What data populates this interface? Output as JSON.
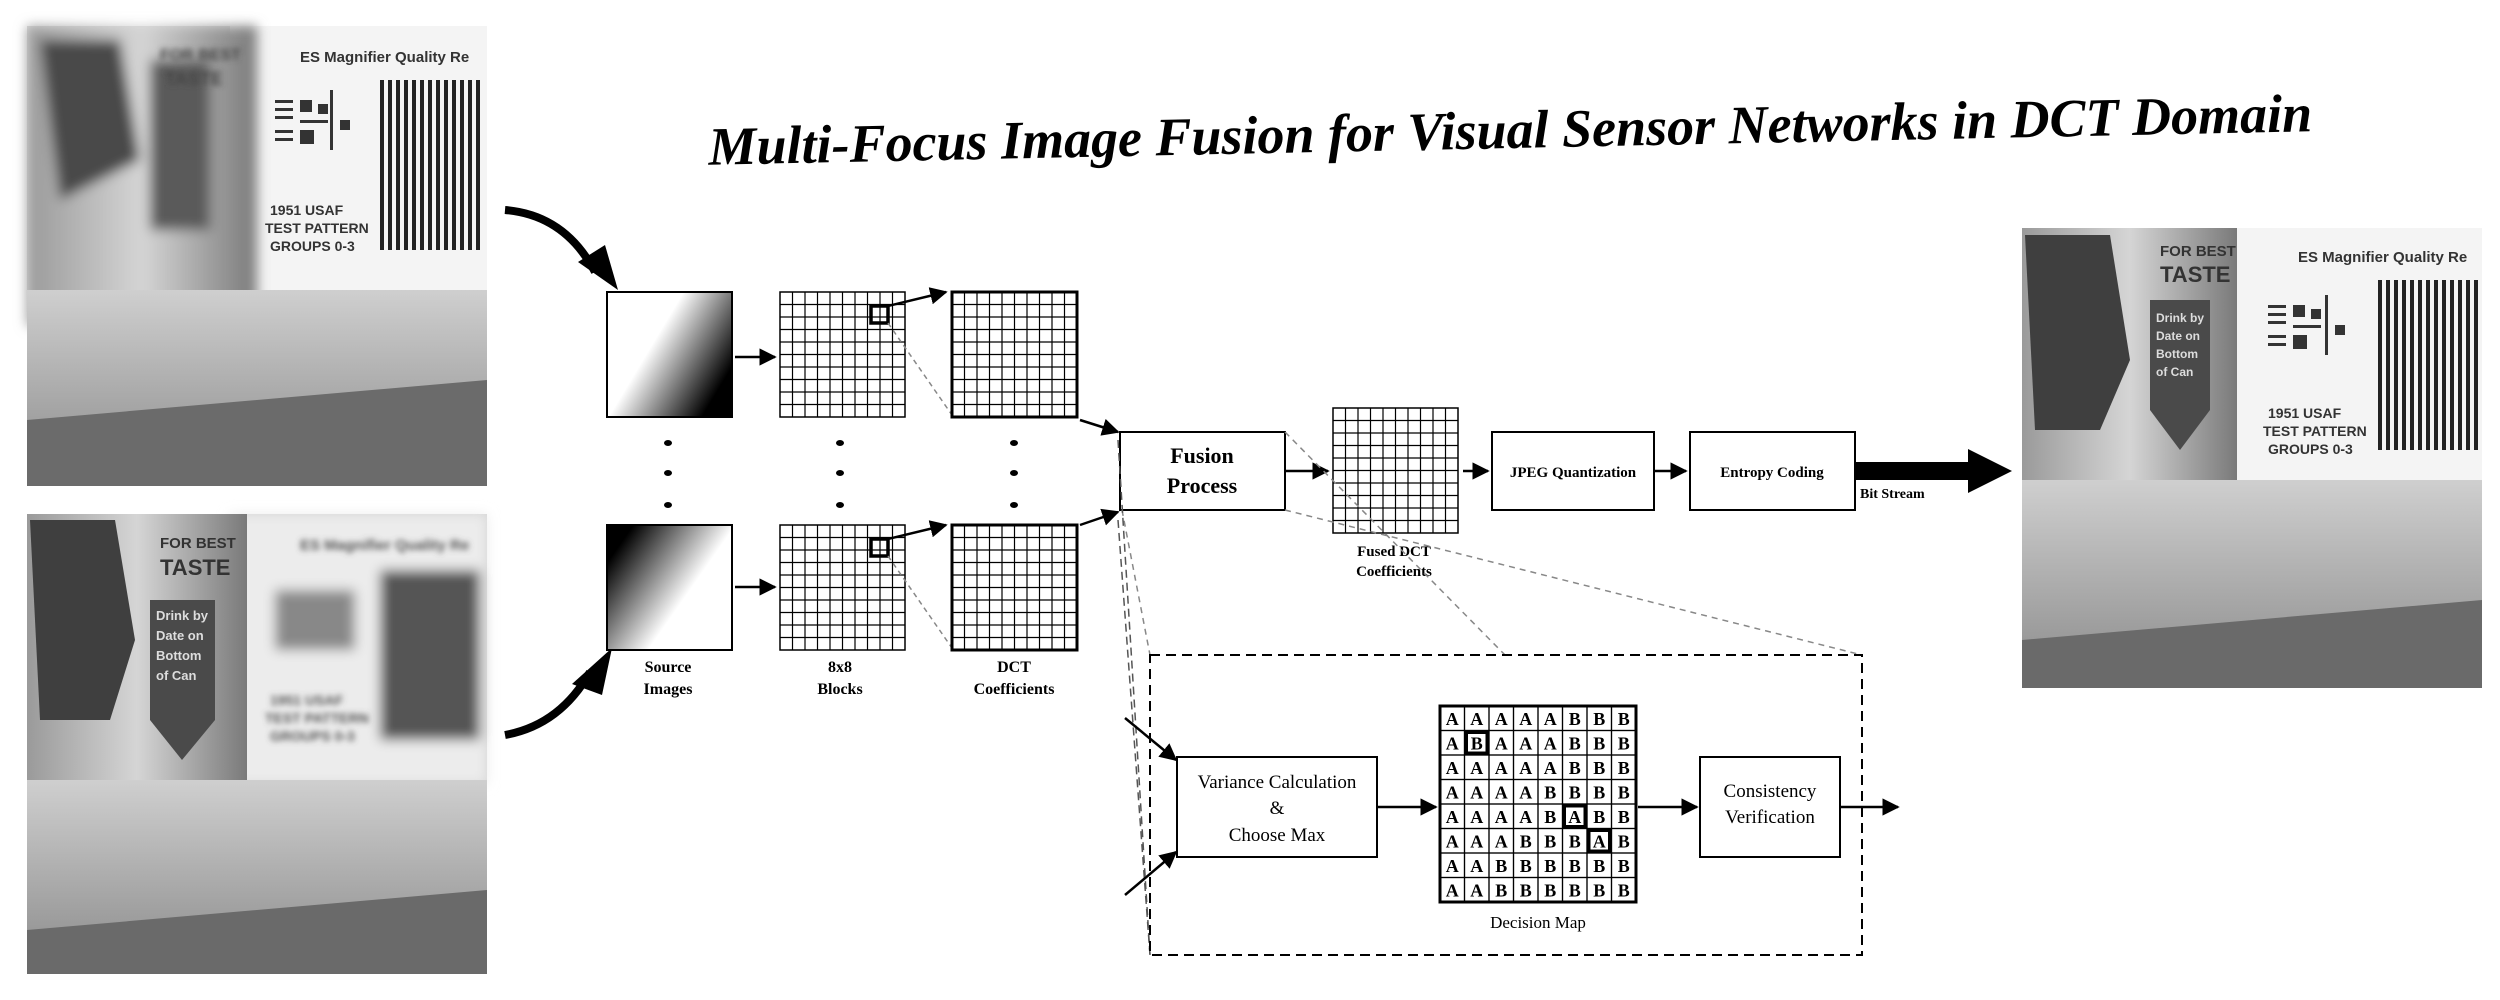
{
  "title": "Multi-Focus Image Fusion for Visual Sensor Networks in DCT Domain",
  "photos": {
    "top_left": {
      "magnifier_label": "ES Magnifier Quality Re",
      "usaf_label_1": "1951 USAF",
      "usaf_label_2": "TEST PATTERN",
      "usaf_label_3": "GROUPS 0-3",
      "can_text_1": "FOR BEST",
      "can_text_2": "TASTE"
    },
    "bottom_left": {
      "magnifier_label": "ES Magnifier Quality Re",
      "usaf_label_1": "1951 USAF",
      "usaf_label_2": "TEST PATTERN",
      "usaf_label_3": "GROUPS 0-3",
      "can_text_1": "FOR BEST",
      "can_text_2": "TASTE",
      "can_text_3": "Drink by",
      "can_text_4": "Date on",
      "can_text_5": "Bottom",
      "can_text_6": "of Can"
    },
    "right": {
      "magnifier_label": "ES Magnifier Quality Re",
      "usaf_label_1": "1951 USAF",
      "usaf_label_2": "TEST PATTERN",
      "usaf_label_3": "GROUPS 0-3",
      "can_text_1": "FOR BEST",
      "can_text_2": "TASTE",
      "can_text_3": "Drink by",
      "can_text_4": "Date on",
      "can_text_5": "Bottom",
      "can_text_6": "of Can"
    }
  },
  "labels": {
    "source_images_1": "Source",
    "source_images_2": "Images",
    "blocks_1": "8x8",
    "blocks_2": "Blocks",
    "dct_1": "DCT",
    "dct_2": "Coefficients",
    "fusion_1": "Fusion",
    "fusion_2": "Process",
    "fused_dct_1": "Fused DCT",
    "fused_dct_2": "Coefficients",
    "jpeg_quantization": "JPEG Quantization",
    "entropy_coding": "Entropy Coding",
    "bit_stream": "Bit Stream",
    "variance_1": "Variance Calculation",
    "variance_2": "&",
    "variance_3": "Choose Max",
    "decision_map": "Decision Map",
    "consistency_1": "Consistency",
    "consistency_2": "Verification"
  },
  "decision_map": [
    [
      "A",
      "A",
      "A",
      "A",
      "A",
      "B",
      "B",
      "B"
    ],
    [
      "A",
      "B",
      "A",
      "A",
      "A",
      "B",
      "B",
      "B"
    ],
    [
      "A",
      "A",
      "A",
      "A",
      "A",
      "B",
      "B",
      "B"
    ],
    [
      "A",
      "A",
      "A",
      "A",
      "B",
      "B",
      "B",
      "B"
    ],
    [
      "A",
      "A",
      "A",
      "A",
      "B",
      "A",
      "B",
      "B"
    ],
    [
      "A",
      "A",
      "A",
      "B",
      "B",
      "B",
      "A",
      "B"
    ],
    [
      "A",
      "A",
      "B",
      "B",
      "B",
      "B",
      "B",
      "B"
    ],
    [
      "A",
      "A",
      "B",
      "B",
      "B",
      "B",
      "B",
      "B"
    ]
  ],
  "colors": {
    "ink": "#000000",
    "photo_dark": "#3a3a3a",
    "photo_light": "#d8d8d8"
  }
}
